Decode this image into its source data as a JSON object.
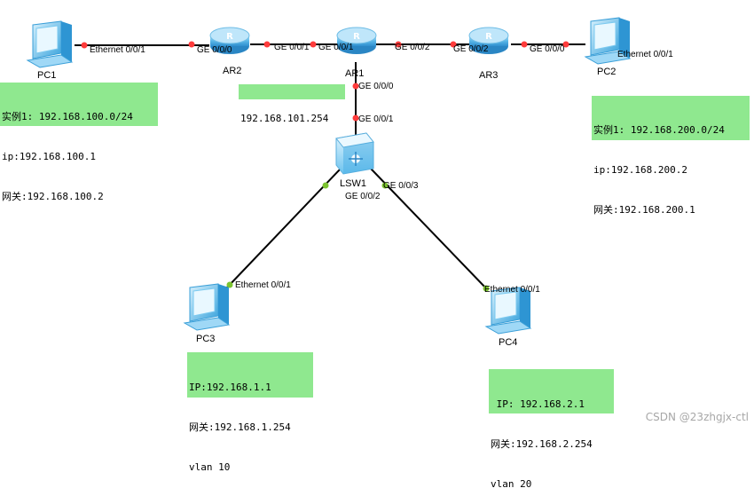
{
  "devices": {
    "pc1": "PC1",
    "pc2": "PC2",
    "pc3": "PC3",
    "pc4": "PC4",
    "ar1": "AR1",
    "ar2": "AR2",
    "ar3": "AR3",
    "lsw1": "LSW1"
  },
  "ports": {
    "pc1_eth": "Ethernet 0/0/1",
    "ar2_ge000": "GE 0/0/0",
    "ar2_ge001": "GE 0/0/1",
    "ar1_ge001": "GE 0/0/1",
    "ar1_ge002": "GE 0/0/2",
    "ar1_ge000": "GE 0/0/0",
    "ar3_ge002": "GE 0/0/2",
    "ar3_ge000": "GE 0/0/0",
    "pc2_eth": "Ethernet 0/0/1",
    "lsw1_ge001": "GE 0/0/1",
    "lsw1_ge002": "GE 0/0/2",
    "lsw1_ge003": "GE 0/0/3",
    "pc3_eth": "Ethernet 0/0/1",
    "pc4_eth": "Ethernet 0/0/1"
  },
  "notes": {
    "pc1": [
      "实例1: 192.168.100.0/24",
      "ip:192.168.100.1",
      "网关:192.168.100.2"
    ],
    "ar1": [
      "192.168.101.254"
    ],
    "pc2": [
      "实例1: 192.168.200.0/24",
      "ip:192.168.200.2",
      "网关:192.168.200.1"
    ],
    "pc3": [
      "IP:192.168.1.1",
      "网关:192.168.1.254",
      "vlan 10"
    ],
    "pc4": [
      " IP: 192.168.2.1",
      "网关:192.168.2.254",
      "vlan 20"
    ]
  },
  "watermark": "CSDN @23zhgjx-ctl",
  "colors": {
    "note_bg": "#8fe88f",
    "link": "#000000",
    "port_dot_router": "#ff3b3b",
    "port_dot_switch": "#7cc430",
    "router_body": "#4aaee0",
    "pc_body": "#3aa3dc"
  },
  "icons": {
    "router": "router-icon",
    "pc": "pc-icon",
    "switch": "switch-icon"
  }
}
